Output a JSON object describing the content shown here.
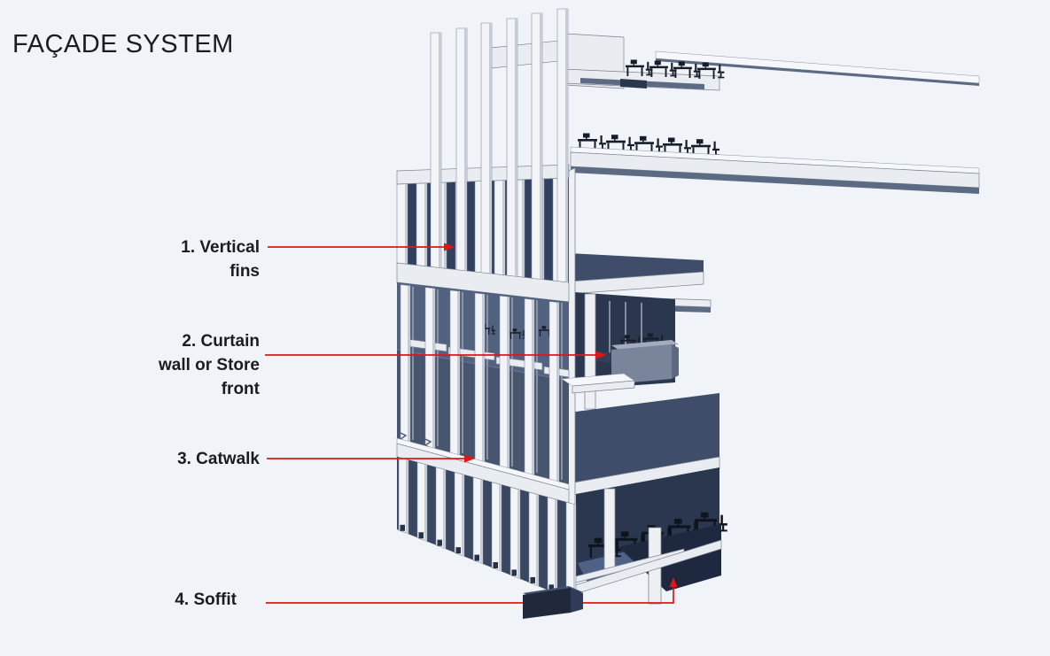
{
  "title": "FAÇADE SYSTEM",
  "labels": {
    "vertical_fins": "1. Vertical\nfins",
    "curtain_wall": "2. Curtain\nwall or Store\nfront",
    "catwalk": "3. Catwalk",
    "soffit": "4. Soffit"
  },
  "palette": {
    "background": "#f0f4f9",
    "text": "#1b1c20",
    "annotation_red": "#e01616",
    "fin_white": "#f2f4f7",
    "fin_shade": "#c6ccd7",
    "slab_white": "#e9ecf1",
    "shadow_navy": "#3a4761",
    "interior_navy": "#2b374f",
    "floor_blue_top": "#3f4d6b",
    "store_box_gray": "#7a849b"
  }
}
